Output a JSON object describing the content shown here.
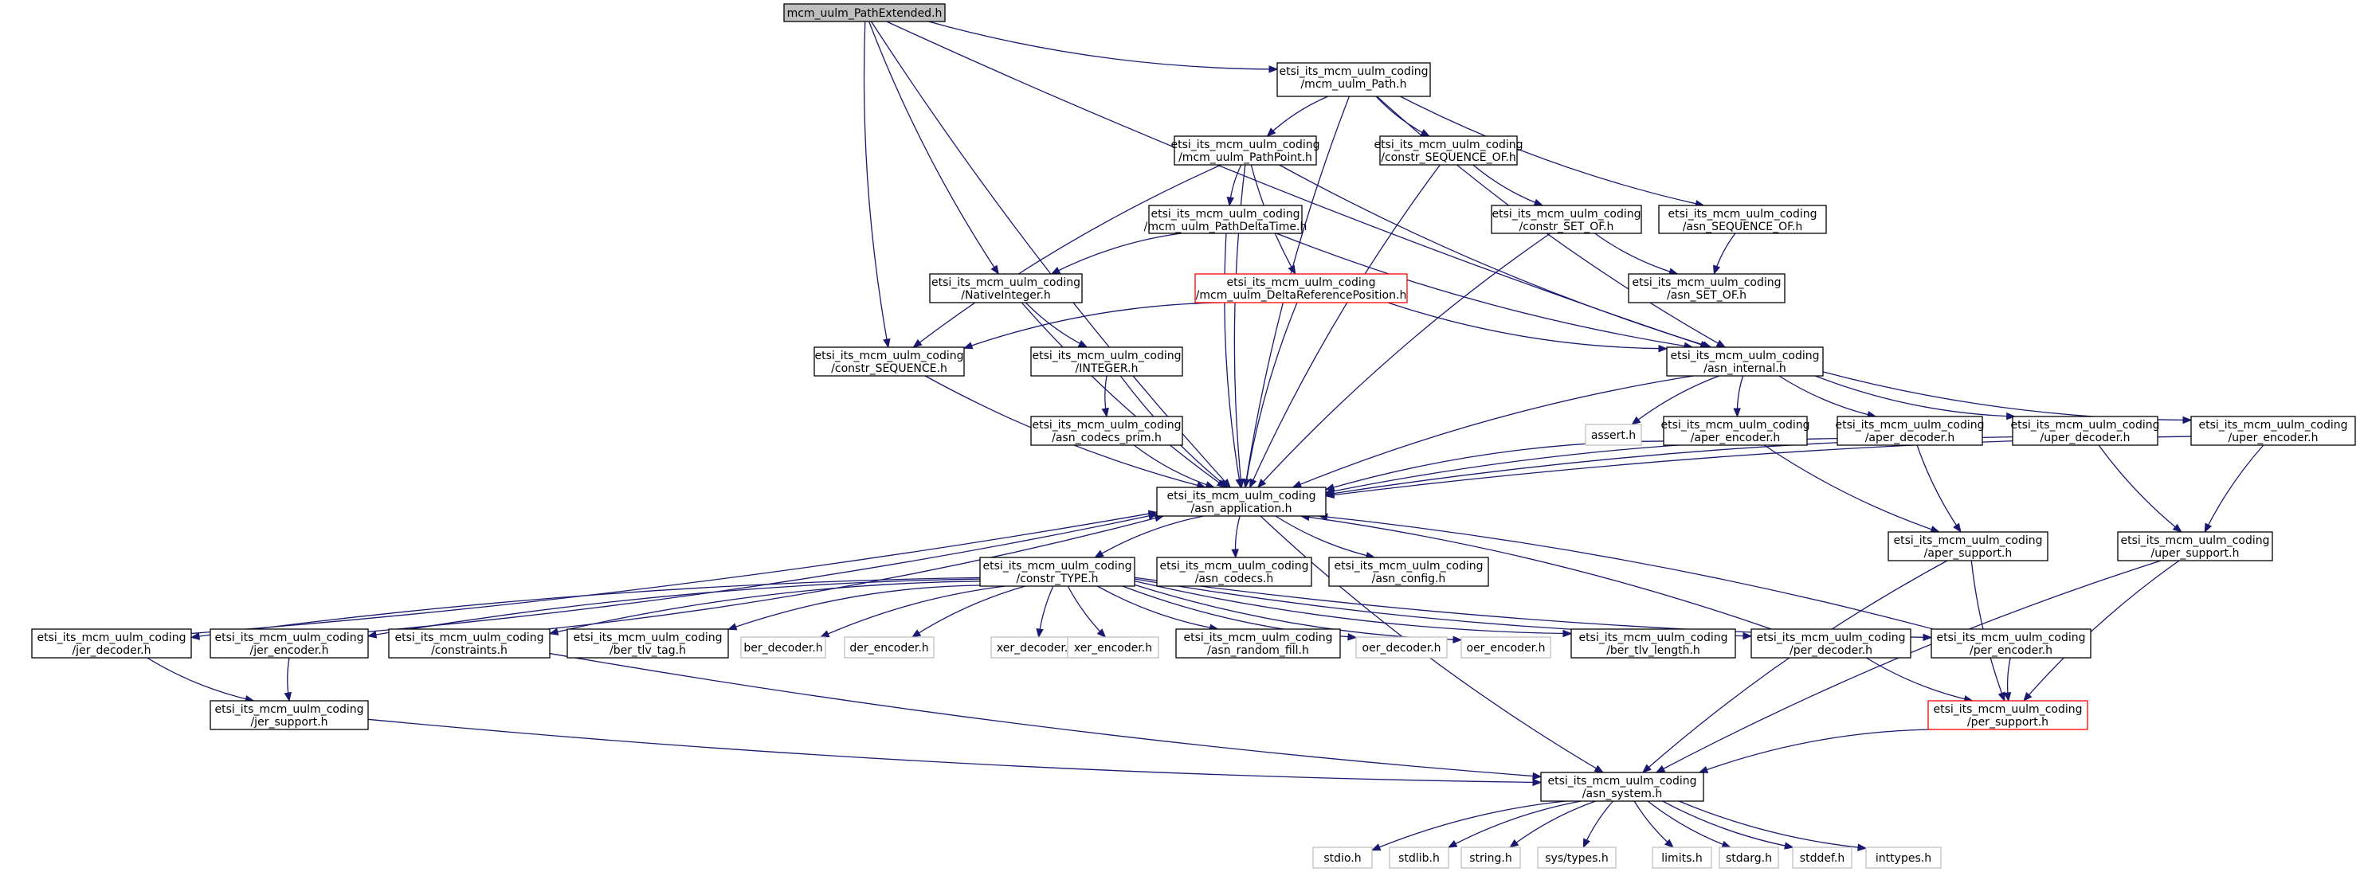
{
  "colors": {
    "edge": "#191970",
    "node_border_default": "#000000",
    "node_border_missing": "#bfbfbf",
    "node_border_truncated": "#ff0000",
    "node_fill_root": "#bfbfbf",
    "node_fill": "#ffffff"
  },
  "nodes": [
    {
      "id": "root",
      "label": [
        "mcm_uulm_PathExtended.h"
      ],
      "style": "root"
    },
    {
      "id": "path",
      "label": [
        "etsi_its_mcm_uulm_coding",
        "/mcm_uulm_Path.h"
      ],
      "style": "normal"
    },
    {
      "id": "pathpoint",
      "label": [
        "etsi_its_mcm_uulm_coding",
        "/mcm_uulm_PathPoint.h"
      ],
      "style": "normal"
    },
    {
      "id": "seqof_c",
      "label": [
        "etsi_its_mcm_uulm_coding",
        "/constr_SEQUENCE_OF.h"
      ],
      "style": "normal"
    },
    {
      "id": "pathdelta",
      "label": [
        "etsi_its_mcm_uulm_coding",
        "/mcm_uulm_PathDeltaTime.h"
      ],
      "style": "normal"
    },
    {
      "id": "setof_c",
      "label": [
        "etsi_its_mcm_uulm_coding",
        "/constr_SET_OF.h"
      ],
      "style": "normal"
    },
    {
      "id": "asnseqof",
      "label": [
        "etsi_its_mcm_uulm_coding",
        "/asn_SEQUENCE_OF.h"
      ],
      "style": "normal"
    },
    {
      "id": "nativeint",
      "label": [
        "etsi_its_mcm_uulm_coding",
        "/NativeInteger.h"
      ],
      "style": "normal"
    },
    {
      "id": "deltaref",
      "label": [
        "etsi_its_mcm_uulm_coding",
        "/mcm_uulm_DeltaReferencePosition.h"
      ],
      "style": "truncated"
    },
    {
      "id": "asnsetof",
      "label": [
        "etsi_its_mcm_uulm_coding",
        "/asn_SET_OF.h"
      ],
      "style": "normal"
    },
    {
      "id": "seq_c",
      "label": [
        "etsi_its_mcm_uulm_coding",
        "/constr_SEQUENCE.h"
      ],
      "style": "normal"
    },
    {
      "id": "integer",
      "label": [
        "etsi_its_mcm_uulm_coding",
        "/INTEGER.h"
      ],
      "style": "normal"
    },
    {
      "id": "internal",
      "label": [
        "etsi_its_mcm_uulm_coding",
        "/asn_internal.h"
      ],
      "style": "normal"
    },
    {
      "id": "codecsprim",
      "label": [
        "etsi_its_mcm_uulm_coding",
        "/asn_codecs_prim.h"
      ],
      "style": "normal"
    },
    {
      "id": "assert",
      "label": [
        "assert.h"
      ],
      "style": "missing"
    },
    {
      "id": "aperenc",
      "label": [
        "etsi_its_mcm_uulm_coding",
        "/aper_encoder.h"
      ],
      "style": "normal"
    },
    {
      "id": "aperdec",
      "label": [
        "etsi_its_mcm_uulm_coding",
        "/aper_decoder.h"
      ],
      "style": "normal"
    },
    {
      "id": "uperdec",
      "label": [
        "etsi_its_mcm_uulm_coding",
        "/uper_decoder.h"
      ],
      "style": "normal"
    },
    {
      "id": "uperenc",
      "label": [
        "etsi_its_mcm_uulm_coding",
        "/uper_encoder.h"
      ],
      "style": "normal"
    },
    {
      "id": "app",
      "label": [
        "etsi_its_mcm_uulm_coding",
        "/asn_application.h"
      ],
      "style": "normal"
    },
    {
      "id": "apersup",
      "label": [
        "etsi_its_mcm_uulm_coding",
        "/aper_support.h"
      ],
      "style": "normal"
    },
    {
      "id": "upersup",
      "label": [
        "etsi_its_mcm_uulm_coding",
        "/uper_support.h"
      ],
      "style": "normal"
    },
    {
      "id": "ctype",
      "label": [
        "etsi_its_mcm_uulm_coding",
        "/constr_TYPE.h"
      ],
      "style": "normal"
    },
    {
      "id": "codecs",
      "label": [
        "etsi_its_mcm_uulm_coding",
        "/asn_codecs.h"
      ],
      "style": "normal"
    },
    {
      "id": "config",
      "label": [
        "etsi_its_mcm_uulm_coding",
        "/asn_config.h"
      ],
      "style": "normal"
    },
    {
      "id": "jerdec",
      "label": [
        "etsi_its_mcm_uulm_coding",
        "/jer_decoder.h"
      ],
      "style": "normal"
    },
    {
      "id": "jerenc",
      "label": [
        "etsi_its_mcm_uulm_coding",
        "/jer_encoder.h"
      ],
      "style": "normal"
    },
    {
      "id": "constraints",
      "label": [
        "etsi_its_mcm_uulm_coding",
        "/constraints.h"
      ],
      "style": "normal"
    },
    {
      "id": "bertlvtag",
      "label": [
        "etsi_its_mcm_uulm_coding",
        "/ber_tlv_tag.h"
      ],
      "style": "normal"
    },
    {
      "id": "berdec",
      "label": [
        "ber_decoder.h"
      ],
      "style": "missing"
    },
    {
      "id": "derenc",
      "label": [
        "der_encoder.h"
      ],
      "style": "missing"
    },
    {
      "id": "xerdec",
      "label": [
        "xer_decoder.h"
      ],
      "style": "missing"
    },
    {
      "id": "xerenc",
      "label": [
        "xer_encoder.h"
      ],
      "style": "missing"
    },
    {
      "id": "randfill",
      "label": [
        "etsi_its_mcm_uulm_coding",
        "/asn_random_fill.h"
      ],
      "style": "normal"
    },
    {
      "id": "oerdec",
      "label": [
        "oer_decoder.h"
      ],
      "style": "missing"
    },
    {
      "id": "oerenc",
      "label": [
        "oer_encoder.h"
      ],
      "style": "missing"
    },
    {
      "id": "bertlvlen",
      "label": [
        "etsi_its_mcm_uulm_coding",
        "/ber_tlv_length.h"
      ],
      "style": "normal"
    },
    {
      "id": "perdec",
      "label": [
        "etsi_its_mcm_uulm_coding",
        "/per_decoder.h"
      ],
      "style": "normal"
    },
    {
      "id": "perenc",
      "label": [
        "etsi_its_mcm_uulm_coding",
        "/per_encoder.h"
      ],
      "style": "normal"
    },
    {
      "id": "jersup",
      "label": [
        "etsi_its_mcm_uulm_coding",
        "/jer_support.h"
      ],
      "style": "normal"
    },
    {
      "id": "persup",
      "label": [
        "etsi_its_mcm_uulm_coding",
        "/per_support.h"
      ],
      "style": "truncated"
    },
    {
      "id": "system",
      "label": [
        "etsi_its_mcm_uulm_coding",
        "/asn_system.h"
      ],
      "style": "normal"
    },
    {
      "id": "stdio",
      "label": [
        "stdio.h"
      ],
      "style": "missing"
    },
    {
      "id": "stdlib",
      "label": [
        "stdlib.h"
      ],
      "style": "missing"
    },
    {
      "id": "string",
      "label": [
        "string.h"
      ],
      "style": "missing"
    },
    {
      "id": "systypes",
      "label": [
        "sys/types.h"
      ],
      "style": "missing"
    },
    {
      "id": "limits",
      "label": [
        "limits.h"
      ],
      "style": "missing"
    },
    {
      "id": "stdarg",
      "label": [
        "stdarg.h"
      ],
      "style": "missing"
    },
    {
      "id": "stddef",
      "label": [
        "stddef.h"
      ],
      "style": "missing"
    },
    {
      "id": "inttypes",
      "label": [
        "inttypes.h"
      ],
      "style": "missing"
    }
  ],
  "edges": [
    [
      "root",
      "path"
    ],
    [
      "root",
      "app"
    ],
    [
      "root",
      "seq_c"
    ],
    [
      "root",
      "nativeint"
    ],
    [
      "root",
      "internal"
    ],
    [
      "path",
      "pathpoint"
    ],
    [
      "path",
      "seqof_c"
    ],
    [
      "path",
      "asnseqof"
    ],
    [
      "path",
      "app"
    ],
    [
      "path",
      "internal"
    ],
    [
      "pathpoint",
      "pathdelta"
    ],
    [
      "pathpoint",
      "deltaref"
    ],
    [
      "pathpoint",
      "seq_c"
    ],
    [
      "pathpoint",
      "app"
    ],
    [
      "pathpoint",
      "internal"
    ],
    [
      "seqof_c",
      "setof_c"
    ],
    [
      "seqof_c",
      "app"
    ],
    [
      "pathdelta",
      "nativeint"
    ],
    [
      "pathdelta",
      "app"
    ],
    [
      "pathdelta",
      "internal"
    ],
    [
      "setof_c",
      "asnsetof"
    ],
    [
      "setof_c",
      "app"
    ],
    [
      "asnseqof",
      "asnsetof"
    ],
    [
      "nativeint",
      "integer"
    ],
    [
      "nativeint",
      "app"
    ],
    [
      "deltaref",
      "seq_c"
    ],
    [
      "deltaref",
      "app"
    ],
    [
      "deltaref",
      "internal"
    ],
    [
      "seq_c",
      "app"
    ],
    [
      "integer",
      "codecsprim"
    ],
    [
      "integer",
      "app"
    ],
    [
      "codecsprim",
      "app"
    ],
    [
      "internal",
      "app"
    ],
    [
      "internal",
      "assert"
    ],
    [
      "internal",
      "aperenc"
    ],
    [
      "internal",
      "aperdec"
    ],
    [
      "internal",
      "uperdec"
    ],
    [
      "internal",
      "uperenc"
    ],
    [
      "aperenc",
      "app"
    ],
    [
      "aperenc",
      "apersup"
    ],
    [
      "aperdec",
      "app"
    ],
    [
      "aperdec",
      "apersup"
    ],
    [
      "uperdec",
      "app"
    ],
    [
      "uperdec",
      "upersup"
    ],
    [
      "uperenc",
      "app"
    ],
    [
      "uperenc",
      "upersup"
    ],
    [
      "app",
      "ctype"
    ],
    [
      "app",
      "codecs"
    ],
    [
      "app",
      "config"
    ],
    [
      "app",
      "system"
    ],
    [
      "ctype",
      "jerdec"
    ],
    [
      "ctype",
      "jerenc"
    ],
    [
      "ctype",
      "constraints"
    ],
    [
      "ctype",
      "bertlvtag"
    ],
    [
      "ctype",
      "berdec"
    ],
    [
      "ctype",
      "derenc"
    ],
    [
      "ctype",
      "xerdec"
    ],
    [
      "ctype",
      "xerenc"
    ],
    [
      "ctype",
      "randfill"
    ],
    [
      "ctype",
      "oerdec"
    ],
    [
      "ctype",
      "oerenc"
    ],
    [
      "ctype",
      "bertlvlen"
    ],
    [
      "ctype",
      "perdec"
    ],
    [
      "ctype",
      "perenc"
    ],
    [
      "jerdec",
      "app"
    ],
    [
      "jerdec",
      "jersup"
    ],
    [
      "jerenc",
      "app"
    ],
    [
      "jerenc",
      "jersup"
    ],
    [
      "constraints",
      "app"
    ],
    [
      "constraints",
      "system"
    ],
    [
      "perdec",
      "app"
    ],
    [
      "perdec",
      "persup"
    ],
    [
      "perenc",
      "app"
    ],
    [
      "perenc",
      "persup"
    ],
    [
      "jersup",
      "system"
    ],
    [
      "apersup",
      "persup"
    ],
    [
      "apersup",
      "system"
    ],
    [
      "upersup",
      "persup"
    ],
    [
      "upersup",
      "system"
    ],
    [
      "persup",
      "system"
    ],
    [
      "system",
      "stdio"
    ],
    [
      "system",
      "stdlib"
    ],
    [
      "system",
      "string"
    ],
    [
      "system",
      "systypes"
    ],
    [
      "system",
      "limits"
    ],
    [
      "system",
      "stdarg"
    ],
    [
      "system",
      "stddef"
    ],
    [
      "system",
      "inttypes"
    ]
  ]
}
